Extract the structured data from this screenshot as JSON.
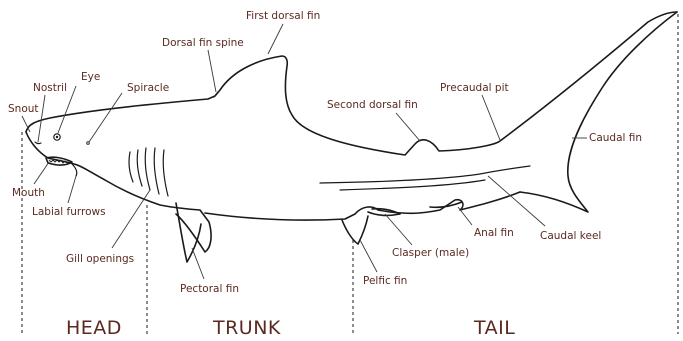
{
  "labels": {
    "first_dorsal_fin": "First dorsal fin",
    "dorsal_fin_spine": "Dorsal fin spine",
    "nostril": "Nostril",
    "eye": "Eye",
    "spiracle": "Spiracle",
    "snout": "Snout",
    "second_dorsal_fin": "Second dorsal fin",
    "precaudal_pit": "Precaudal pit",
    "caudal_fin": "Caudal fin",
    "mouth": "Mouth",
    "labial_furrows": "Labial furrows",
    "gill_openings": "Gill openings",
    "anal_fin": "Anal fin",
    "caudal_keel": "Caudal keel",
    "clasper": "Clasper (male)",
    "pectoral_fin": "Pectoral fin",
    "pelvic_fin": "Pelfic fin"
  },
  "sections": {
    "head": "HEAD",
    "trunk": "TRUNK",
    "tail": "TAIL"
  },
  "colors": {
    "label_text": "#5a2a22",
    "outline": "#1a1a1a"
  }
}
